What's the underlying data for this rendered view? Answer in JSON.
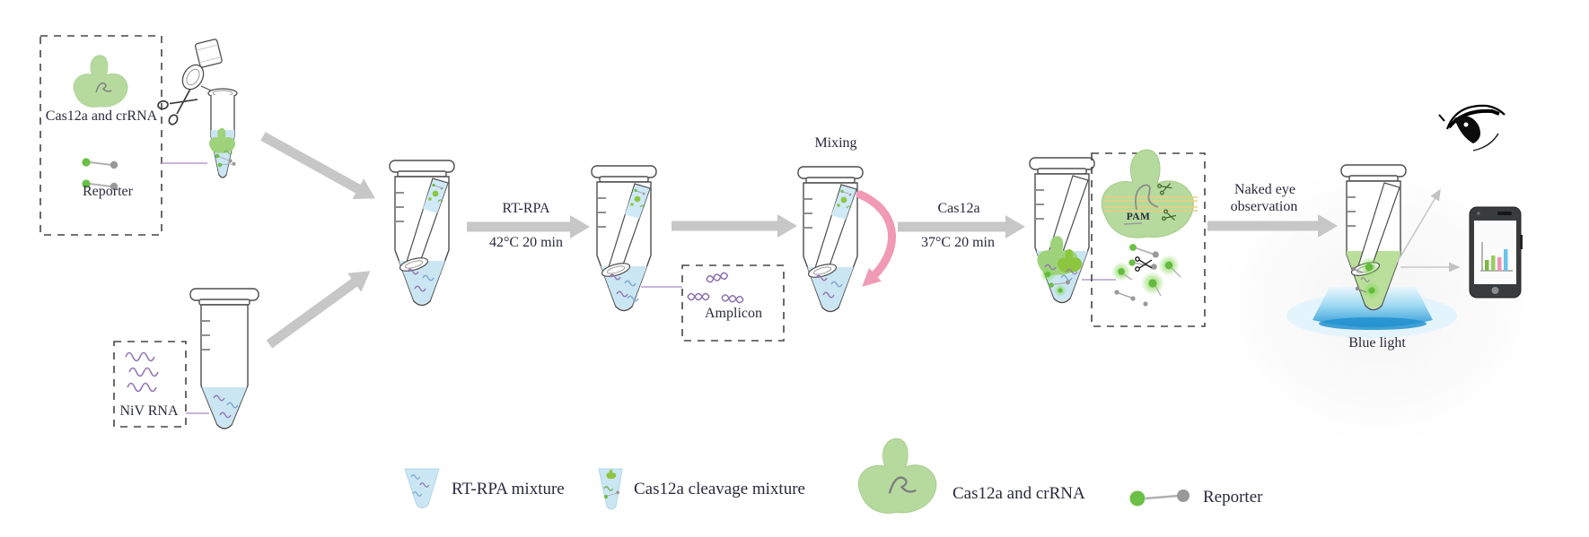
{
  "figure": {
    "inputs": {
      "reagent_box": {
        "cas_label": "Cas12a and crRNA",
        "reporter_label": "Reporter"
      },
      "sample_box": {
        "label": "NiV RNA"
      }
    },
    "steps": {
      "rt_rpa": {
        "name": "RT-RPA",
        "condition": "42°C 20 min"
      },
      "mixing": {
        "label": "Mixing"
      },
      "amplicon": {
        "label": "Amplicon"
      },
      "cas12a": {
        "name": "Cas12a",
        "condition": "37°C 20 min"
      },
      "mechanism": {
        "pam_label": "PAM"
      },
      "readout": {
        "line1": "Naked eye",
        "line2": "observation",
        "blue_light_label": "Blue light"
      }
    },
    "legend": {
      "items": [
        {
          "icon": "rt-rpa-tube-icon",
          "label": "RT-RPA mixture"
        },
        {
          "icon": "cas12a-cleavage-tube-icon",
          "label": "Cas12a cleavage mixture"
        },
        {
          "icon": "cas12a-crrna-blob-icon",
          "label": "Cas12a and crRNA"
        },
        {
          "icon": "reporter-dumbbell-icon",
          "label": "Reporter"
        }
      ]
    },
    "colors": {
      "cas12a_blob_green": "#b6da9e",
      "reporter_green": "#6abf45",
      "reporter_gray": "#999999",
      "liquid_blue": "#cbe6f3",
      "fluorescence_green": "#7cd34f",
      "rna_purple": "#9577b3",
      "dna_yellow": "#e8cf7d",
      "arrow_gray": "#c7c7c7",
      "mixing_arrow_pink": "#f09ab5",
      "blue_light": "#2496d4",
      "label_text": "#2a2a3c"
    }
  }
}
